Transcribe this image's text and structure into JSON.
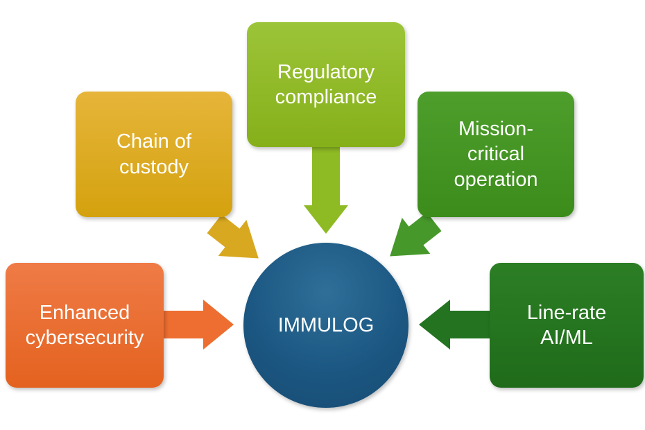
{
  "diagram": {
    "center": {
      "label": "IMMULOG",
      "color": "#1b5782"
    },
    "nodes": [
      {
        "id": "chain",
        "label": "Chain of\ncustody",
        "color_top": "#e6b53a",
        "color_bottom": "#d4a20e"
      },
      {
        "id": "regulatory",
        "label": "Regulatory\ncompliance",
        "color_top": "#9cc438",
        "color_bottom": "#86b01a"
      },
      {
        "id": "mission",
        "label": "Mission-\ncritical\noperation",
        "color_top": "#4e9e2c",
        "color_bottom": "#3c8c1c"
      },
      {
        "id": "cyber",
        "label": "Enhanced\ncybersecurity",
        "color_top": "#ef7b46",
        "color_bottom": "#e4621f"
      },
      {
        "id": "ai",
        "label": "Line-rate\nAI/ML",
        "color_top": "#2c7e25",
        "color_bottom": "#1f6b1a"
      }
    ],
    "arrow_colors": {
      "chain": "#d8a820",
      "regulatory": "#8eba24",
      "mission": "#46982a",
      "cyber": "#ed6e30",
      "ai": "#237320"
    }
  }
}
